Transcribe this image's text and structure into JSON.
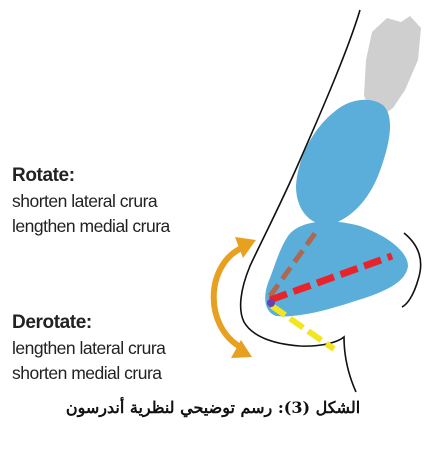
{
  "rotate": {
    "title": "Rotate:",
    "line1": "shorten lateral crura",
    "line2": "lengthen medial crura"
  },
  "derotate": {
    "title": "Derotate:",
    "line1": "lengthen lateral crura",
    "line2": "shorten medial crura"
  },
  "caption": "الشكل (3): رسم توضيحي لنظرية أندرسون",
  "colors": {
    "cartilage_blue": "#5aaed9",
    "bone_gray": "#cfcfcf",
    "arrow_orange": "#e8a020",
    "lateral_crura_red": "#e8232a",
    "rotated_brown": "#b0674f",
    "medial_crura_yellow": "#f2e620",
    "outline": "#111111"
  }
}
